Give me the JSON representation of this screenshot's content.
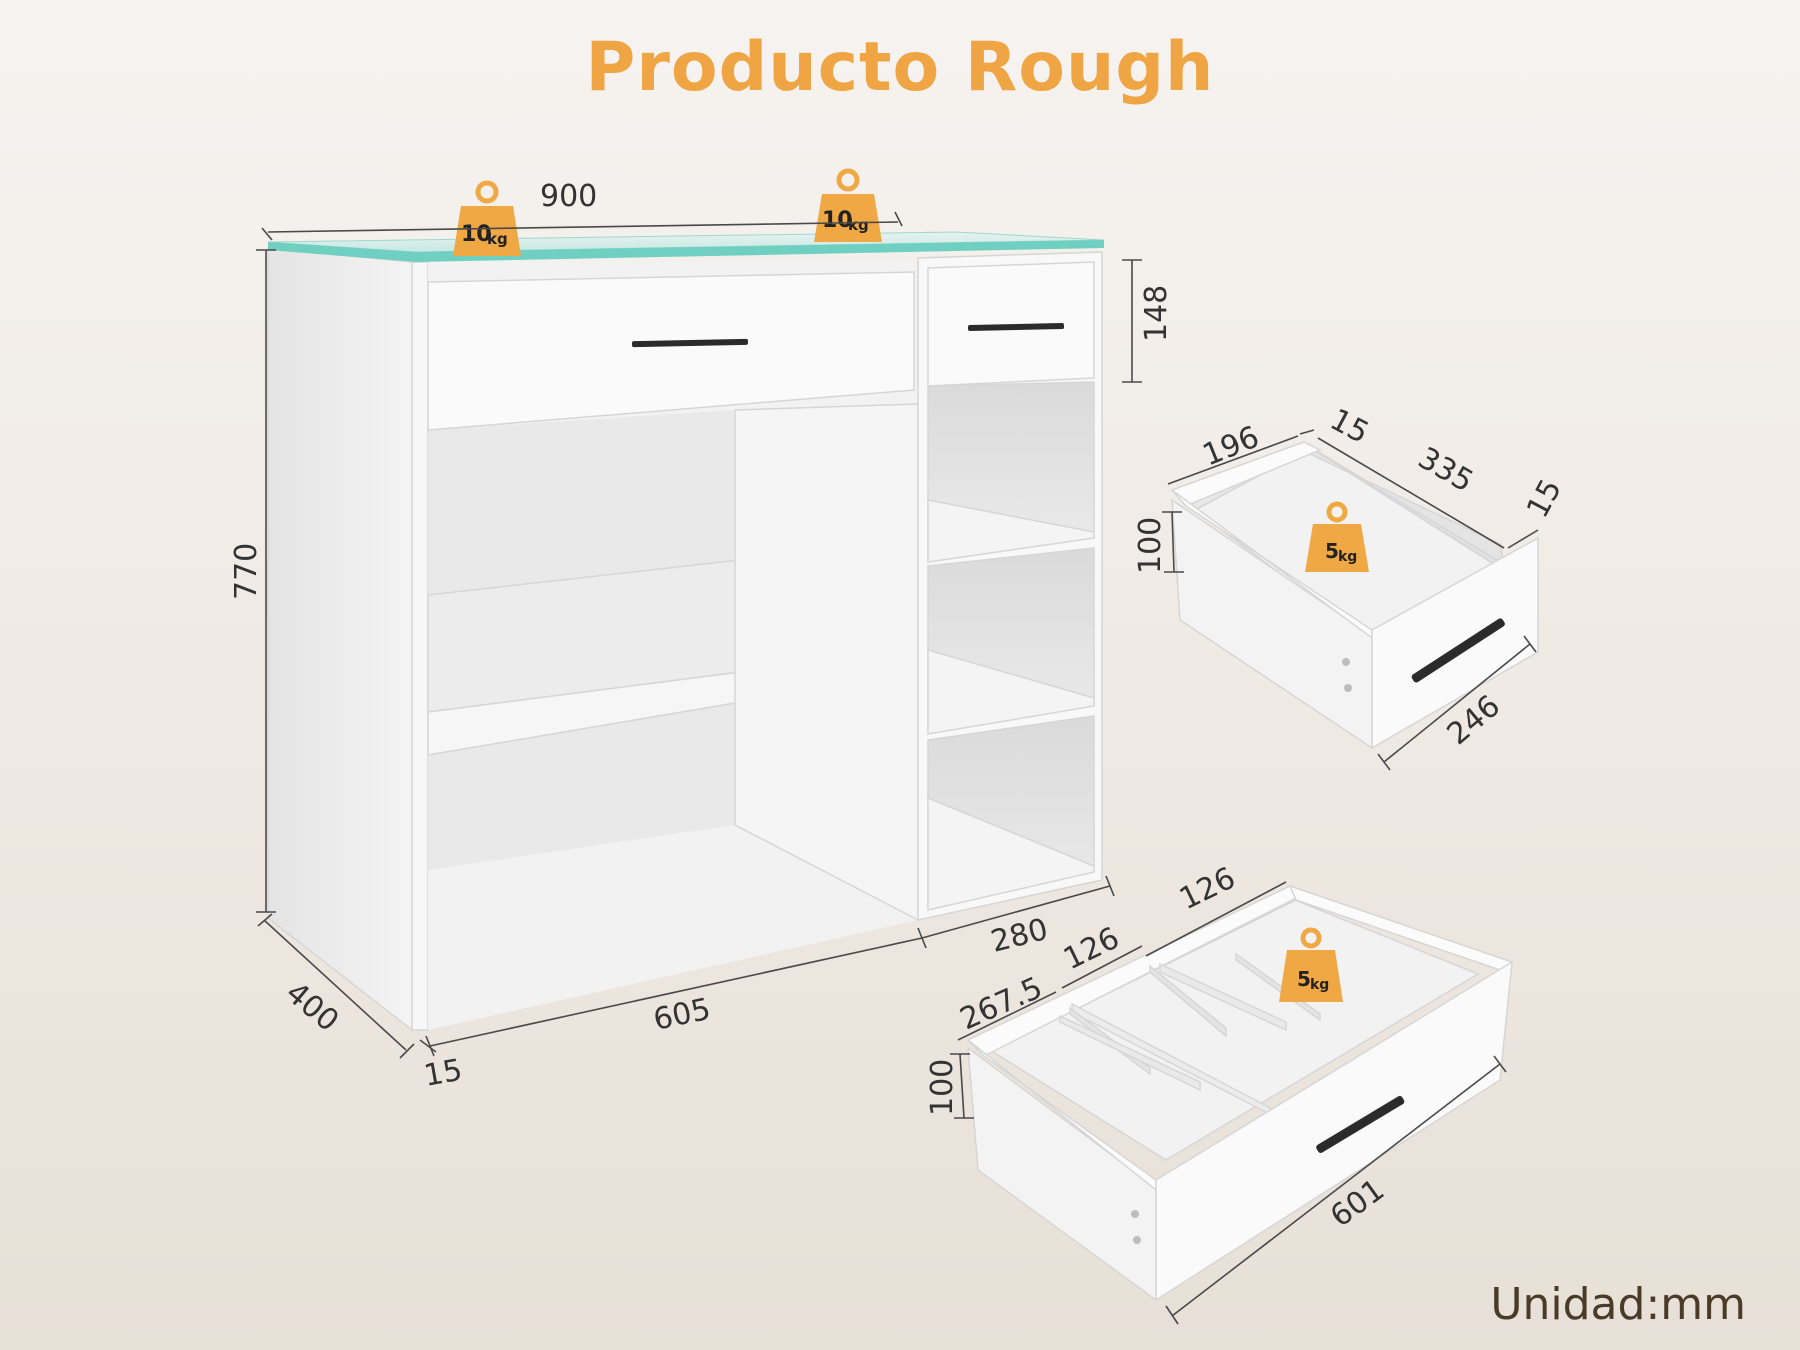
{
  "title": "Producto Rough",
  "unit_label": "Unidad:mm",
  "colors": {
    "title": "#efa544",
    "weight_tag": "#f0a844",
    "glass_edge": "#6fd0c2"
  },
  "desk": {
    "width": "900",
    "height": "770",
    "depth": "400",
    "drawer_height": "148",
    "leg_thickness": "15",
    "knee_width": "605",
    "cabinet_width": "280"
  },
  "weights": {
    "top_left": "10",
    "top_right": "10",
    "unit": "kg"
  },
  "small_drawer": {
    "inner_width": "196",
    "panel": "15",
    "inner_depth": "335",
    "panel_2": "15",
    "height": "100",
    "front_width": "246",
    "weight": "5",
    "weight_unit": "kg"
  },
  "large_drawer": {
    "compartment_a": "126",
    "compartment_b": "126",
    "compartment_c": "267.5",
    "height": "100",
    "front_width": "601",
    "weight": "5",
    "weight_unit": "kg"
  }
}
